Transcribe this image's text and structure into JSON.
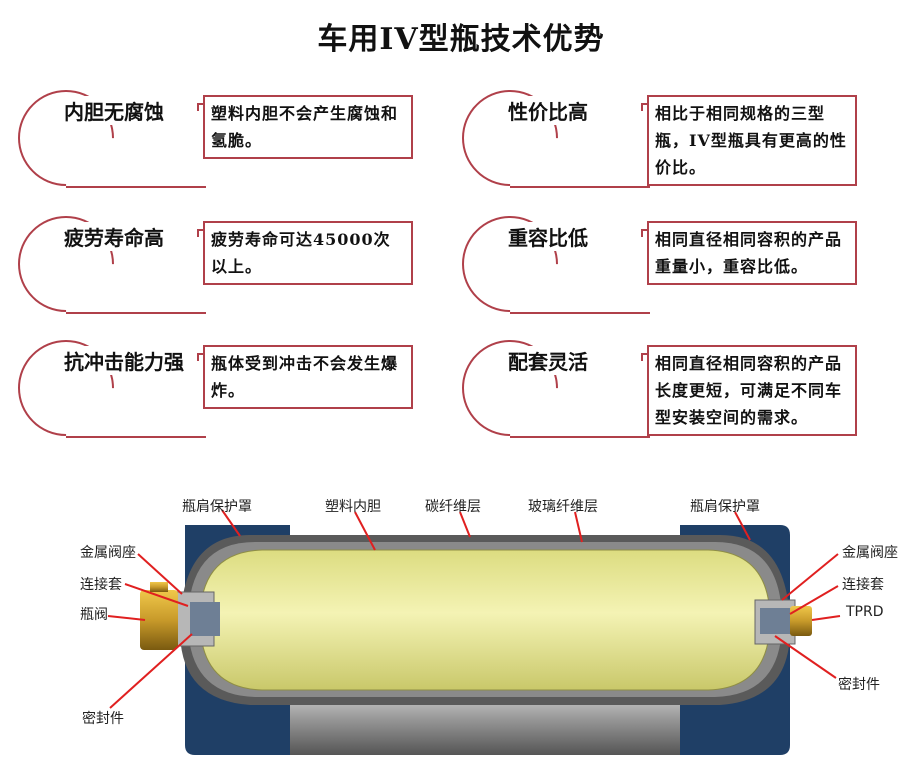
{
  "title": "车用IV型瓶技术优势",
  "advantages": [
    {
      "heading": "内胆无腐蚀",
      "text": "塑料内胆不会产生腐蚀和氢脆。"
    },
    {
      "heading": "性价比高",
      "text": "相比于相同规格的三型瓶，IV型瓶具有更高的性价比。"
    },
    {
      "heading": "疲劳寿命高",
      "text": "疲劳寿命可达45000次以上。"
    },
    {
      "heading": "重容比低",
      "text": "相同直径相同容积的产品重量小，重容比低。"
    },
    {
      "heading": "抗冲击能力强",
      "text": "瓶体受到冲击不会发生爆炸。"
    },
    {
      "heading": "配套灵活",
      "text": "相同直径相同容积的产品长度更短，可满足不同车型安装空间的需求。"
    }
  ],
  "diagram_labels": {
    "shoulder_left": "瓶肩保护罩",
    "liner": "塑料内胆",
    "carbon": "碳纤维层",
    "glass": "玻璃纤维层",
    "shoulder_right": "瓶肩保护罩",
    "boss_left": "金属阀座",
    "sleeve_left": "连接套",
    "valve": "瓶阀",
    "seal_left": "密封件",
    "boss_right": "金属阀座",
    "sleeve_right": "连接套",
    "tprd": "TPRD",
    "seal_right": "密封件"
  },
  "colors": {
    "accent": "#b0404a",
    "liner": "#efeea0",
    "shell": "#1f3f66",
    "arrow": "#e02020",
    "brass": "#c89a2a"
  }
}
